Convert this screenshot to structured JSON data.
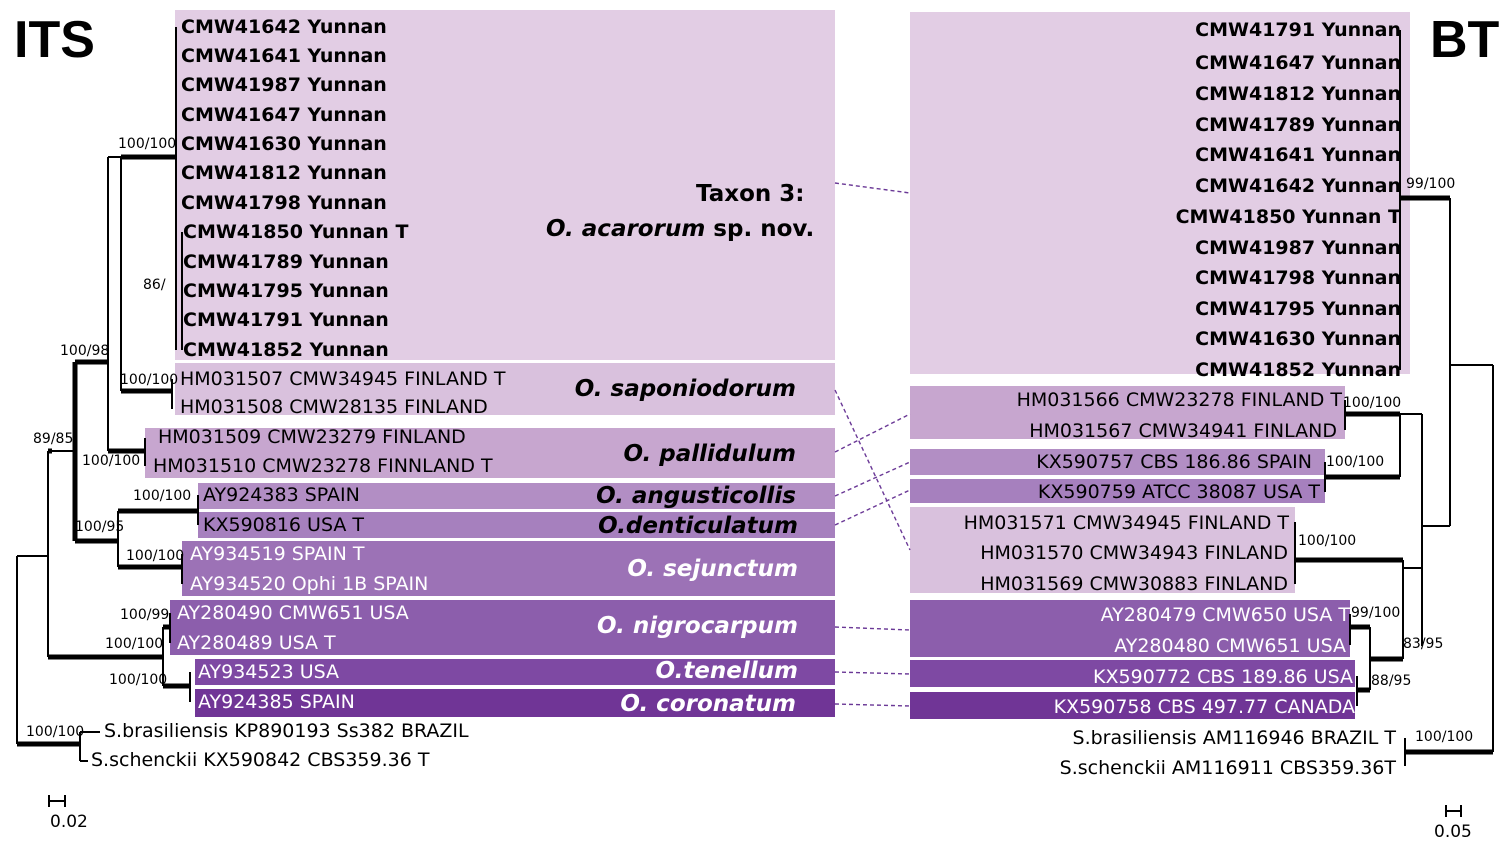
{
  "panels": {
    "left_title": "ITS",
    "right_title": "BT"
  },
  "scale": {
    "left": "0.02",
    "right": "0.05"
  },
  "colors": {
    "c1": "#e2cde4",
    "c2": "#d9c1dd",
    "c3": "#c7a6cf",
    "c4": "#b28ec4",
    "c5": "#9c72b6",
    "c6": "#8c5eac",
    "c7": "#7e49a3",
    "c8": "#703596",
    "branch": "#000000",
    "dash": "#6a3896"
  },
  "taxon3": {
    "line1": "Taxon 3:",
    "species": "O. acarorum",
    "suffix": " sp. nov."
  },
  "its_clades": [
    {
      "name": "O. saponiodorum",
      "labels": [
        "HM031507 CMW34945 FINLAND T",
        "HM031508 CMW28135 FINLAND"
      ]
    },
    {
      "name": "O. pallidulum",
      "labels": [
        "HM031509 CMW23279 FINLAND",
        "HM031510 CMW23278  FINNLAND T"
      ]
    },
    {
      "name": "O. angusticollis",
      "labels": [
        "AY924383 SPAIN"
      ]
    },
    {
      "name": "O.denticulatum",
      "labels": [
        "KX590816 USA T"
      ]
    },
    {
      "name": "O. sejunctum",
      "labels": [
        "AY934519 SPAIN T",
        "AY934520 Ophi 1B SPAIN"
      ]
    },
    {
      "name": "O. nigrocarpum",
      "labels": [
        "AY280490 CMW651 USA",
        "AY280489 USA T"
      ]
    },
    {
      "name": "O.tenellum",
      "labels": [
        "AY934523 USA"
      ]
    },
    {
      "name": "O. coronatum",
      "labels": [
        "AY924385 SPAIN"
      ]
    }
  ],
  "its_taxon3": [
    "CMW41642 Yunnan",
    "CMW41641 Yunnan",
    "CMW41987 Yunnan",
    "CMW41647 Yunnan",
    "CMW41630 Yunnan",
    "CMW41812 Yunnan",
    "CMW41798 Yunnan",
    "CMW41850 Yunnan T",
    "CMW41789 Yunnan",
    "CMW41795 Yunnan",
    "CMW41791 Yunnan",
    "CMW41852 Yunnan"
  ],
  "its_outgroup": [
    "S.brasiliensis  KP890193 Ss382 BRAZIL",
    "S.schenckii  KX590842 CBS359.36 T"
  ],
  "its_support": [
    "100/100",
    "86/",
    "100/98",
    "100/100",
    "89/85",
    "100/100",
    "100/100",
    "100/95",
    "100/100",
    "100/99",
    "100/100",
    "100/100",
    "100/100"
  ],
  "bt_taxon3": [
    "CMW41791 Yunnan",
    "CMW41647 Yunnan",
    "CMW41812 Yunnan",
    "CMW41789 Yunnan",
    "CMW41641 Yunnan",
    "CMW41642 Yunnan",
    "CMW41850 Yunnan T",
    "CMW41987 Yunnan",
    "CMW41798 Yunnan",
    "CMW41795 Yunnan",
    "CMW41630 Yunnan",
    "CMW41852 Yunnan"
  ],
  "bt_labels": [
    "HM031566 CMW23278 FINLAND T",
    "HM031567 CMW34941 FINLAND",
    "KX590757 CBS 186.86 SPAIN",
    "KX590759 ATCC 38087 USA T",
    "HM031571 CMW34945 FINLAND T",
    "HM031570 CMW34943 FINLAND",
    "HM031569 CMW30883 FINLAND",
    "AY280479 CMW650 USA T",
    "AY280480 CMW651 USA",
    "KX590772 CBS 189.86 USA",
    "KX590758 CBS 497.77 CANADA"
  ],
  "bt_outgroup": [
    "S.brasiliensis  AM116946 BRAZIL T",
    "S.schenckii  AM116911 CBS359.36T"
  ],
  "bt_support": [
    "99/100",
    "100/100",
    "100/100",
    "100/100",
    "99/100",
    "83/95",
    "88/95",
    "100/100"
  ]
}
